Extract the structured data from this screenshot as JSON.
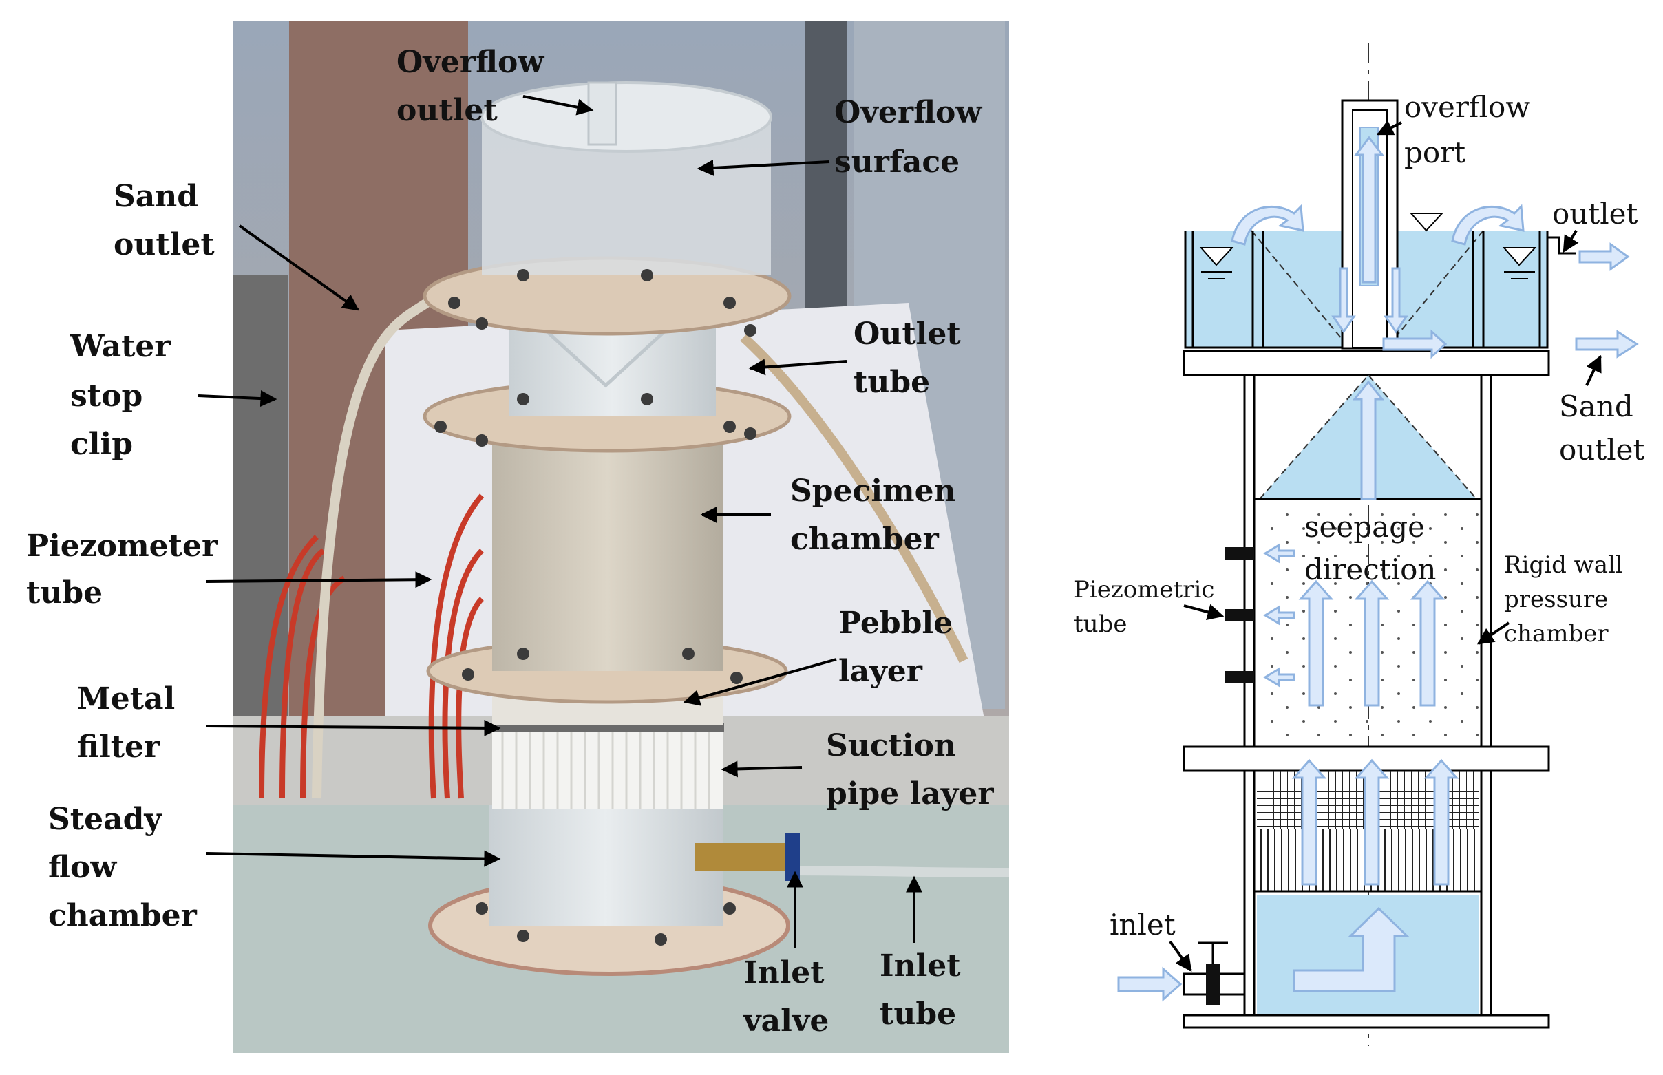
{
  "photo": {
    "labels": {
      "overflow_outlet": [
        "Overflow",
        "outlet"
      ],
      "overflow_surface": [
        "Overflow",
        "surface"
      ],
      "sand_outlet": [
        "Sand",
        "outlet"
      ],
      "water_stop_clip": [
        "Water",
        "stop",
        "clip"
      ],
      "outlet_tube": [
        "Outlet",
        "tube"
      ],
      "piezometer_tube": [
        "Piezometer",
        "tube"
      ],
      "specimen_chamber": [
        "Specimen",
        "chamber"
      ],
      "pebble_layer": [
        "Pebble",
        "layer"
      ],
      "metal_filter": [
        "Metal",
        "filter"
      ],
      "suction_pipe_layer": [
        "Suction",
        "pipe layer"
      ],
      "steady_flow_chamber": [
        "Steady",
        "flow",
        "chamber"
      ],
      "inlet_valve": [
        "Inlet",
        "valve"
      ],
      "inlet_tube": [
        "Inlet",
        "tube"
      ]
    }
  },
  "schematic": {
    "labels": {
      "overflow_port": [
        "overflow",
        "port"
      ],
      "outlet": "outlet",
      "sand_outlet": [
        "Sand",
        "outlet"
      ],
      "seepage_direction": [
        "seepage",
        "direction"
      ],
      "piezometric_tube": [
        "Piezometric",
        "tube"
      ],
      "rigid_wall": [
        "Rigid wall",
        "pressure",
        "chamber"
      ],
      "inlet": "inlet"
    },
    "colors": {
      "water": "#b9def2",
      "arrow_fill": "#dbe9fb",
      "arrow_stroke": "#8fb3e0"
    }
  }
}
